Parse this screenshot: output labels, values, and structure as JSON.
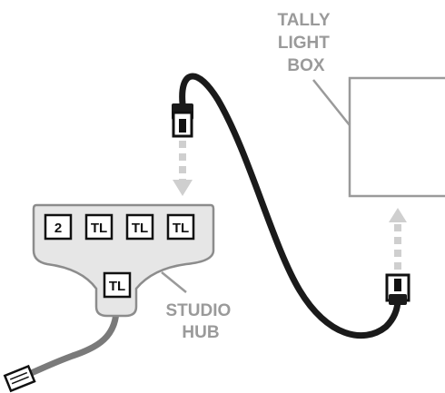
{
  "tally_box": {
    "label_lines": [
      "TALLY",
      "LIGHT",
      "BOX"
    ]
  },
  "studio_hub": {
    "label_lines": [
      "STUDIO",
      "HUB"
    ],
    "top_ports": [
      "2",
      "TL",
      "TL",
      "TL"
    ],
    "bottom_port": "TL"
  },
  "colors": {
    "cable": "#1a1a1a",
    "hub_cable": "#7a7a7a",
    "hub_fill": "#e6e6e6",
    "outline": "#9a9a9a",
    "arrow": "#cfcfcf",
    "label": "#9a9a9a"
  }
}
